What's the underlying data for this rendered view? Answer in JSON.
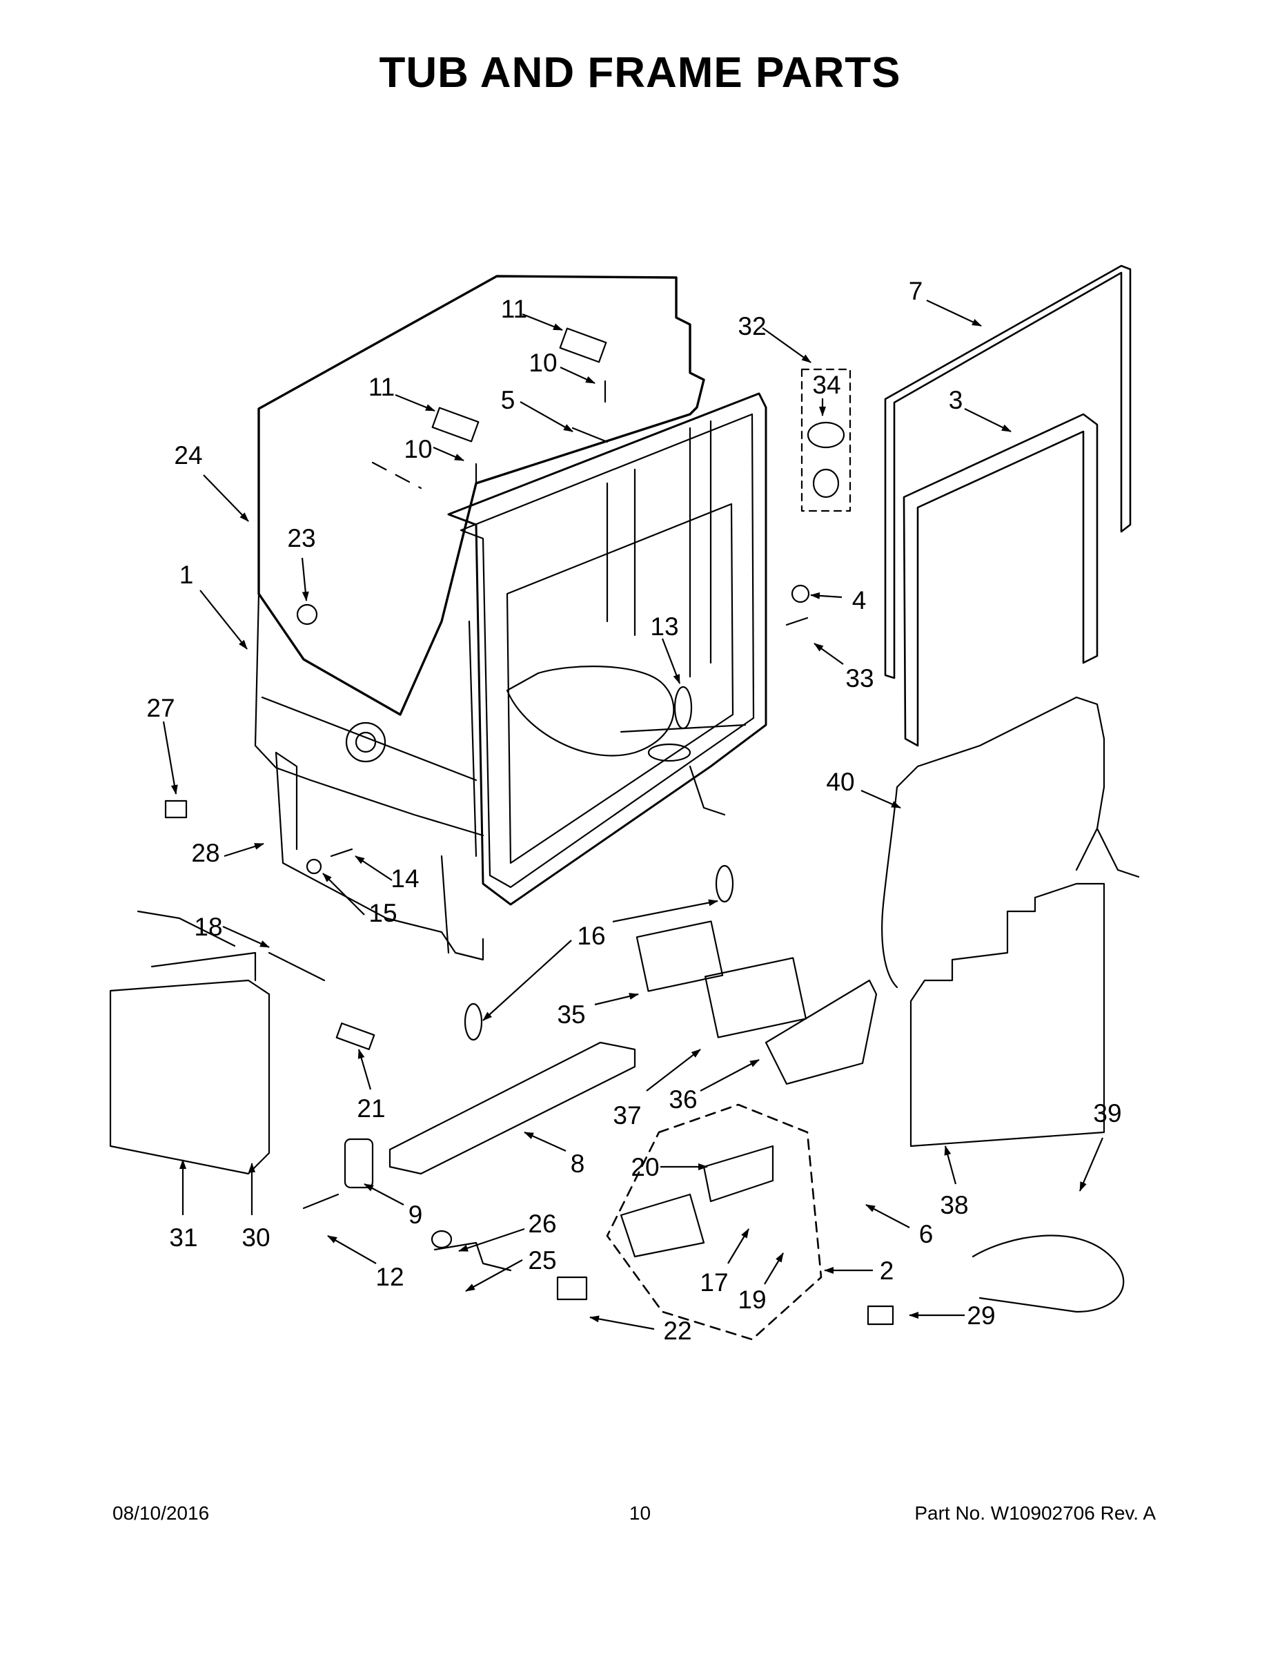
{
  "title": "TUB AND FRAME PARTS",
  "footer": {
    "date": "08/10/2016",
    "page_number": "10",
    "part_number": "Part No.  W10902706  Rev.  A"
  },
  "callouts": {
    "c1": "1",
    "c2": "2",
    "c3": "3",
    "c4": "4",
    "c5": "5",
    "c6": "6",
    "c7": "7",
    "c8": "8",
    "c9": "9",
    "c10a": "10",
    "c10b": "10",
    "c11a": "11",
    "c11b": "11",
    "c12": "12",
    "c13": "13",
    "c14": "14",
    "c15": "15",
    "c16": "16",
    "c17": "17",
    "c18": "18",
    "c19": "19",
    "c20": "20",
    "c21": "21",
    "c22": "22",
    "c23": "23",
    "c24": "24",
    "c25": "25",
    "c26": "26",
    "c27": "27",
    "c28": "28",
    "c29": "29",
    "c30": "30",
    "c31": "31",
    "c32": "32",
    "c33": "33",
    "c34": "34",
    "c35": "35",
    "c36": "36",
    "c37": "37",
    "c38": "38",
    "c39": "39",
    "c40": "40"
  }
}
